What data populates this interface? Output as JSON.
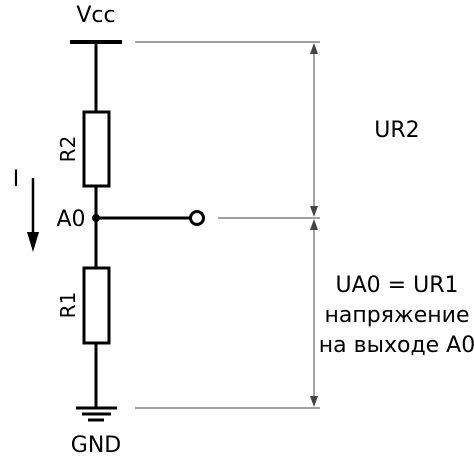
{
  "labels": {
    "vcc": "Vcc",
    "gnd": "GND",
    "r2": "R2",
    "r1": "R1",
    "current": "I",
    "node": "A0",
    "ur2": "UR2",
    "ua0_line1": "UA0 = UR1",
    "ua0_line2": "напряжение",
    "ua0_line3": "на выходе A0"
  },
  "colors": {
    "stroke": "#000000",
    "dim_line": "#444444",
    "background": "#ffffff"
  }
}
